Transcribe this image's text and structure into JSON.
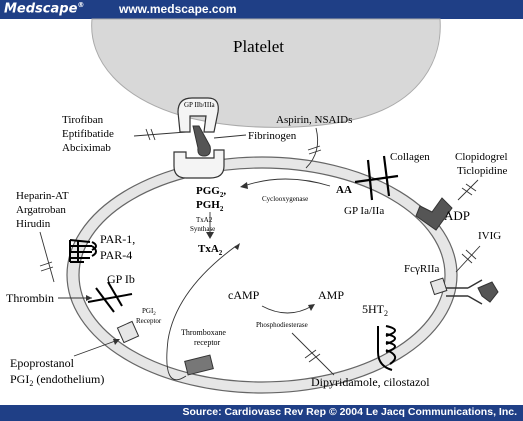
{
  "header": {
    "brand": "Medscape",
    "brand_mark": "®",
    "url": "www.medscape.com"
  },
  "footer": {
    "source": "Source: Cardiovasc Rev Rep © 2004 Le Jacq Communications, Inc."
  },
  "diagram": {
    "platelet": "Platelet",
    "gp2b3a": "GP IIb/IIIa",
    "fibrinogen": "Fibrinogen",
    "gp2b3a_inhibitors": [
      "Tirofiban",
      "Eptifibatide",
      "Abciximab"
    ],
    "aspirin": "Aspirin, NSAIDs",
    "collagen": "Collagen",
    "adp_inhibitors": [
      "Clopidogrel",
      "Ticlopidine"
    ],
    "thrombin_inhibitors": [
      "Heparin-AT",
      "Argatroban",
      "Hirudin"
    ],
    "par1": "PAR-1,",
    "par4": "PAR-4",
    "pgg2": "PGG",
    "pgh2": "PGH",
    "pg_sub": "2",
    "pg_comma": ",",
    "aa": "AA",
    "cyclooxygenase": "Cyclooxygenase",
    "gp1a2a": "GP Ia/IIa",
    "adp": "ADP",
    "ivig": "IVIG",
    "txa2_synthase": [
      "TxA2",
      "Synthase"
    ],
    "txa2": "TxA",
    "txa2_sub": "2",
    "gp1b": "GP Ib",
    "thrombin": "Thrombin",
    "fcgr2a": "FcγRIIa",
    "pgi2_receptor_pre": "PGI",
    "pgi2_receptor_sub": "2",
    "pgi2_receptor_post": "Receptor",
    "camp": "cAMP",
    "amp": "AMP",
    "phosphodiesterase": "Phosphodiesterase",
    "ht2_pre": "5HT",
    "ht2_sub": "2",
    "thromboxane_receptor": [
      "Thromboxane",
      "receptor"
    ],
    "epoprostanol": "Epoprostanol",
    "pgi2_endo_pre": "PGI",
    "pgi2_endo_sub": "2",
    "pgi2_endo_post": " (endothelium)",
    "dipyridamole": "Dipyridamole, cilostazol"
  }
}
